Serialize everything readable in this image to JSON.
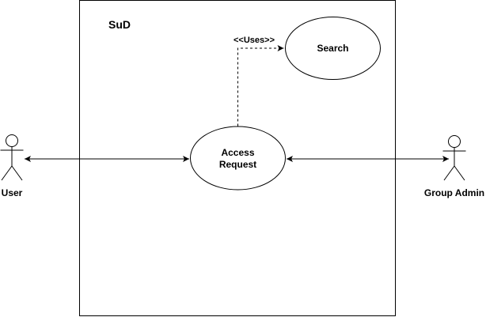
{
  "system": {
    "title": "SuD"
  },
  "use_cases": {
    "access_request": {
      "line1": "Access",
      "line2": "Request"
    },
    "search": {
      "label": "Search"
    }
  },
  "relationships": {
    "uses_label": "<<Uses>>"
  },
  "actors": {
    "user": {
      "label": "User"
    },
    "group_admin": {
      "label": "Group Admin"
    }
  },
  "colors": {
    "stroke": "#000000",
    "fill": "#ffffff",
    "text": "#000000"
  }
}
